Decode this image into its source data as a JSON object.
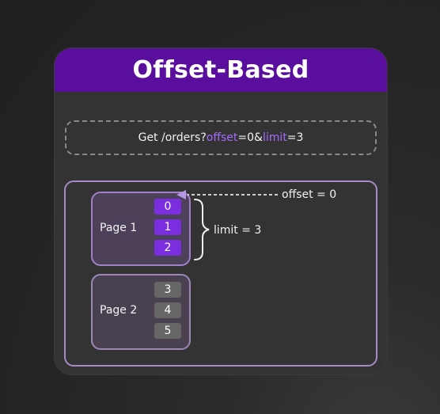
{
  "header": {
    "title": "Offset-Based"
  },
  "request": {
    "prefix": "Get /orders?",
    "param1": "offset",
    "mid": "=0&",
    "param2": "limit",
    "suffix": "=3"
  },
  "pages": [
    {
      "label": "Page 1",
      "items": [
        "0",
        "1",
        "2"
      ]
    },
    {
      "label": "Page 2",
      "items": [
        "3",
        "4",
        "5"
      ]
    }
  ],
  "annotations": {
    "offset": "offset = 0",
    "limit": "limit = 3"
  },
  "colors": {
    "header_bg": "#5a0e9e",
    "highlight": "#a66bff",
    "cell_purple": "#7a2ee0",
    "cell_gray": "#666666"
  }
}
